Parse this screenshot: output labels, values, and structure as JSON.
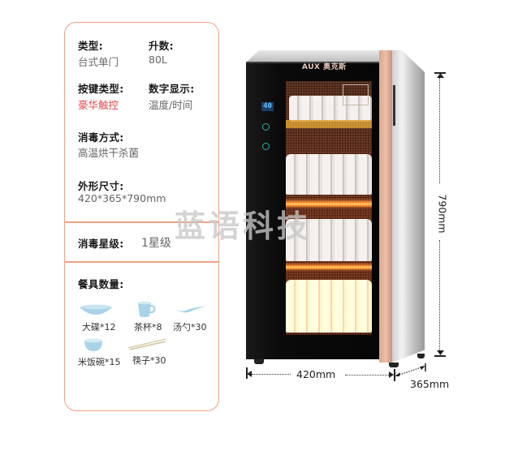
{
  "specs": {
    "type_label": "类型:",
    "type_value": "台式单门",
    "capacity_label": "升数:",
    "capacity_value": "80L",
    "button_label": "按键类型:",
    "button_value": "豪华触控",
    "display_label": "数字显示:",
    "display_value": "温度/时间",
    "method_label": "消毒方式:",
    "method_value": "高温烘干杀菌",
    "size_label": "外形尺寸:",
    "size_value": "420*365*790mm",
    "rating_label": "消毒星级:",
    "rating_value": "1星级",
    "tableware_label": "餐具数量:"
  },
  "tableware": [
    {
      "icon": "plate-icon",
      "label": "大碟*12"
    },
    {
      "icon": "cup-icon",
      "label": "茶杯*8"
    },
    {
      "icon": "spoon-icon",
      "label": "汤勺*30"
    },
    {
      "icon": "bowl-icon",
      "label": "米饭碗*15"
    },
    {
      "icon": "chopsticks-icon",
      "label": "筷子*30"
    }
  ],
  "product": {
    "brand": "AUX 奥克斯",
    "display_reading": "40",
    "width_dim": "420mm",
    "depth_dim": "365mm",
    "height_dim": "790mm"
  },
  "watermark": "蓝语科技",
  "colors": {
    "card_border": "#f0a184",
    "highlight_red": "#e8474a",
    "trim_copper": "#e3b39a",
    "ware_blue": "#a9d3e6"
  }
}
